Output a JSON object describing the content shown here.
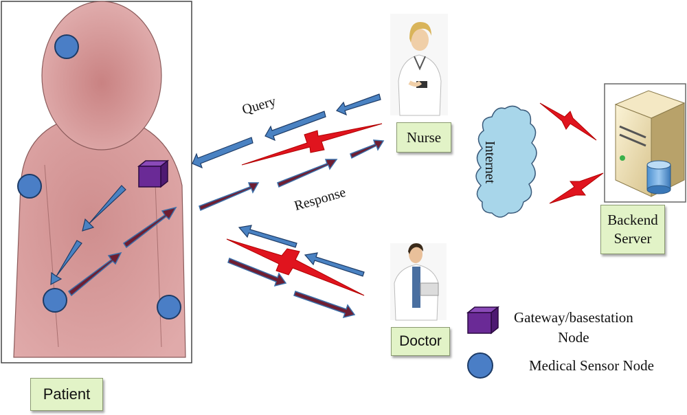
{
  "labels": {
    "patient": "Patient",
    "nurse": "Nurse",
    "doctor": "Doctor",
    "backend_line1": "Backend",
    "backend_line2": "Server",
    "internet": "Internet",
    "query": "Query",
    "response": "Response"
  },
  "legend": {
    "gateway_line1": "Gateway/basestation",
    "gateway_line2": "Node",
    "sensor": "Medical Sensor Node"
  },
  "colors": {
    "body_fill": "#d9a0a0",
    "sensor_node": "#4a7ec6",
    "gateway_node": "#6a2a96",
    "query_arrow": "#4a82c2",
    "response_arrow": "#6e1e32",
    "wireless": "#e0141e",
    "internet_cloud": "#a8d6ea",
    "label_box": "#e2f3c7"
  },
  "icons": {
    "nurse": "nurse-person-icon",
    "doctor": "doctor-person-icon",
    "server": "server-tower-icon"
  }
}
